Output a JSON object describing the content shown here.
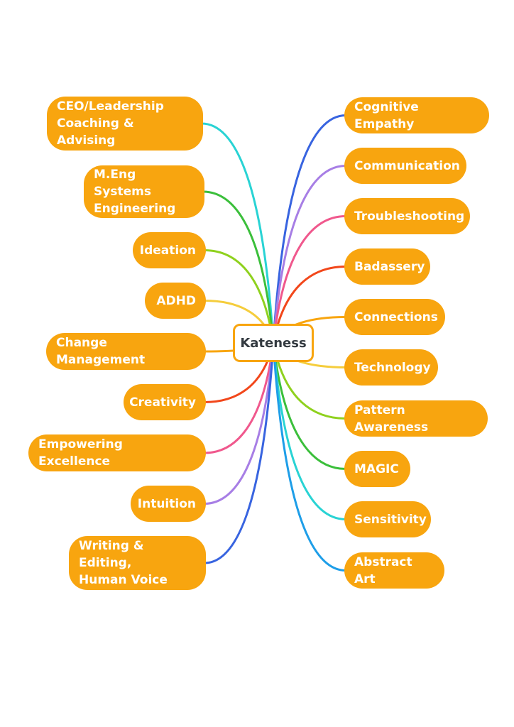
{
  "root": {
    "label": "Kateness",
    "color": "#f8a50f"
  },
  "node_color": "#f8a50f",
  "left_branches": [
    {
      "label": "CEO/Leadership\nCoaching & Advising",
      "color": "#29d3d4"
    },
    {
      "label": "M.Eng Systems\nEngineering",
      "color": "#3bbf3b"
    },
    {
      "label": "Ideation",
      "color": "#8fd11e"
    },
    {
      "label": "ADHD",
      "color": "#f5cd3c"
    },
    {
      "label": "Change Management",
      "color": "#f8a50f"
    },
    {
      "label": "Creativity",
      "color": "#f2471b"
    },
    {
      "label": "Empowering Excellence",
      "color": "#f0588d"
    },
    {
      "label": "Intuition",
      "color": "#a77ee5"
    },
    {
      "label": "Writing & Editing,\nHuman Voice",
      "color": "#3864e0"
    }
  ],
  "right_branches": [
    {
      "label": "Cognitive Empathy",
      "color": "#3864e0"
    },
    {
      "label": "Communication",
      "color": "#a77ee5"
    },
    {
      "label": "Troubleshooting",
      "color": "#f0588d"
    },
    {
      "label": "Badassery",
      "color": "#f2471b"
    },
    {
      "label": "Connections",
      "color": "#f8a50f"
    },
    {
      "label": "Technology",
      "color": "#f5cd3c"
    },
    {
      "label": "Pattern Awareness",
      "color": "#8fd11e"
    },
    {
      "label": "MAGIC",
      "color": "#3bbf3b"
    },
    {
      "label": "Sensitivity",
      "color": "#29d3d4"
    },
    {
      "label": "Abstract Art",
      "color": "#1e9ee8"
    }
  ]
}
